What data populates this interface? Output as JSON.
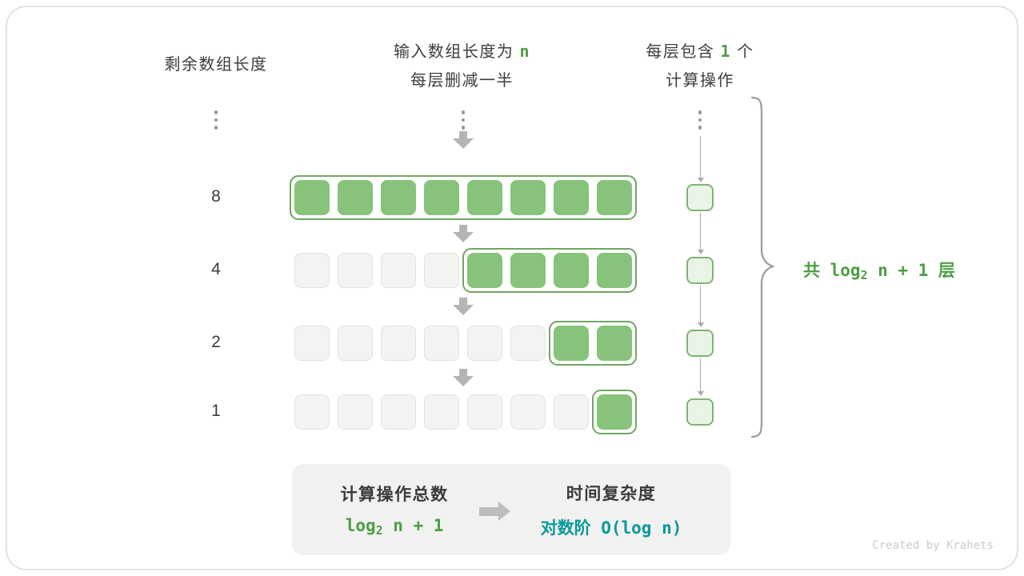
{
  "colors": {
    "green_fill": "#87c37b",
    "green_border": "#6fa662",
    "green_text": "#4d9e45",
    "teal_text": "#0a9a9a",
    "gray_square": "#f3f3f2",
    "arrow_gray": "#b5b5b5"
  },
  "headers": {
    "left": "剩余数组长度",
    "middle": {
      "line1_prefix": "输入数组长度为 ",
      "line1_highlight": "n",
      "line2": "每层删减一半"
    },
    "right": {
      "line1_prefix": "每层包含 ",
      "line1_highlight": "1",
      "line1_suffix": " 个",
      "line2": "计算操作"
    }
  },
  "rows": [
    {
      "label": "8",
      "total": 8,
      "green": 8
    },
    {
      "label": "4",
      "total": 8,
      "green": 4
    },
    {
      "label": "2",
      "total": 8,
      "green": 2
    },
    {
      "label": "1",
      "total": 8,
      "green": 1
    }
  ],
  "brace_label": {
    "prefix": "共 log",
    "sub": "2",
    "suffix": " n + 1 层"
  },
  "summary": {
    "operations_title": "计算操作总数",
    "operations_formula": {
      "prefix": "log",
      "sub": "2",
      "suffix": " n + 1"
    },
    "complexity_title": "时间复杂度",
    "complexity_formula": "对数阶 O(log n)"
  },
  "watermark": "Created by Krahets"
}
